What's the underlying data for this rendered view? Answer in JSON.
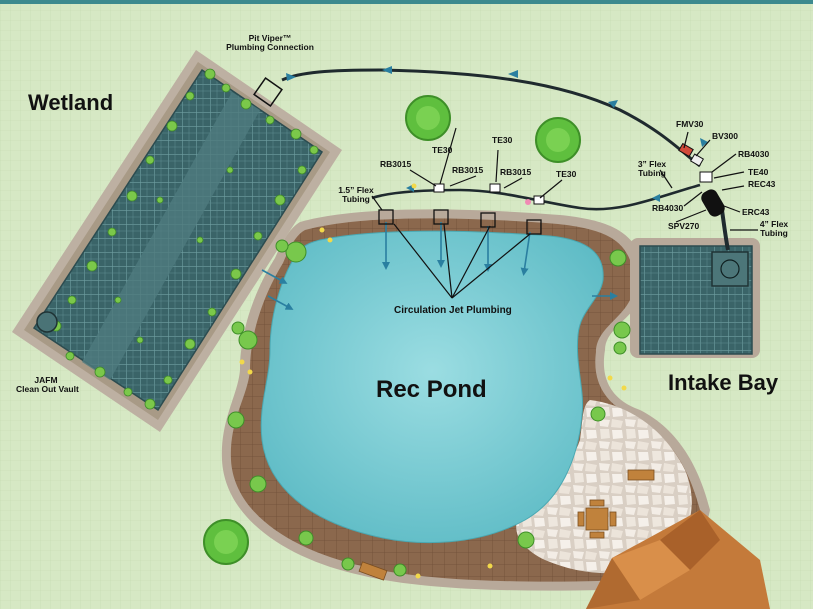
{
  "labels": {
    "wetland": "Wetland",
    "rec_pond": "Rec Pond",
    "intake_bay": "Intake Bay",
    "pit_viper_line1": "Pit Viper™",
    "pit_viper_line2": "Plumbing Connection",
    "jafm_line1": "JAFM",
    "jafm_line2": "Clean Out Vault",
    "circulation": "Circulation Jet Plumbing",
    "flex15_line1": "1.5” Flex",
    "flex15_line2": "Tubing",
    "te30_a": "TE30",
    "te30_b": "TE30",
    "te30_c": "TE30",
    "rb3015_a": "RB3015",
    "rb3015_b": "RB3015",
    "rb3015_c": "RB3015",
    "fmv30": "FMV30",
    "bv300": "BV300",
    "flex3_line1": "3” Flex",
    "flex3_line2": "Tubing",
    "rb4030_a": "RB4030",
    "te40": "TE40",
    "rec43": "REC43",
    "rb4030_b": "RB4030",
    "erc43": "ERC43",
    "spv270": "SPV270",
    "flex4_line1": "4” Flex",
    "flex4_line2": "Tubing"
  },
  "colors": {
    "grass": "#d6e8c4",
    "water": "#7ecfd6",
    "gravel": "#8c6a50",
    "grate": "#3f6f74",
    "pipe": "#1f2a2e",
    "arrow": "#2a7fa0",
    "patio": "#efe6dc",
    "rock": "#c47a3a"
  }
}
